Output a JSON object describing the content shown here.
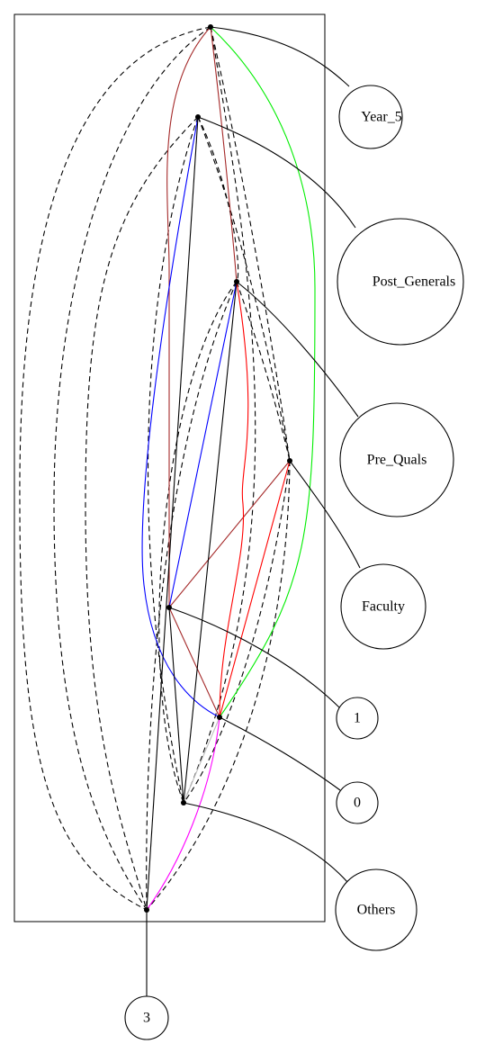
{
  "colors": {
    "frame": "#000000",
    "dashed": "#000000",
    "black": "#000000",
    "brown": "#a52a2a",
    "red": "#ff0000",
    "blue": "#0000ff",
    "green": "#00ee00",
    "magenta": "#ff00ff",
    "gray": "#c0c0c0"
  },
  "nodes": {
    "year5": "Year_5",
    "post_generals": "Post_Generals",
    "pre_quals": "Pre_Quals",
    "faculty": "Faculty",
    "one": "1",
    "zero": "0",
    "others": "Others",
    "three": "3"
  }
}
